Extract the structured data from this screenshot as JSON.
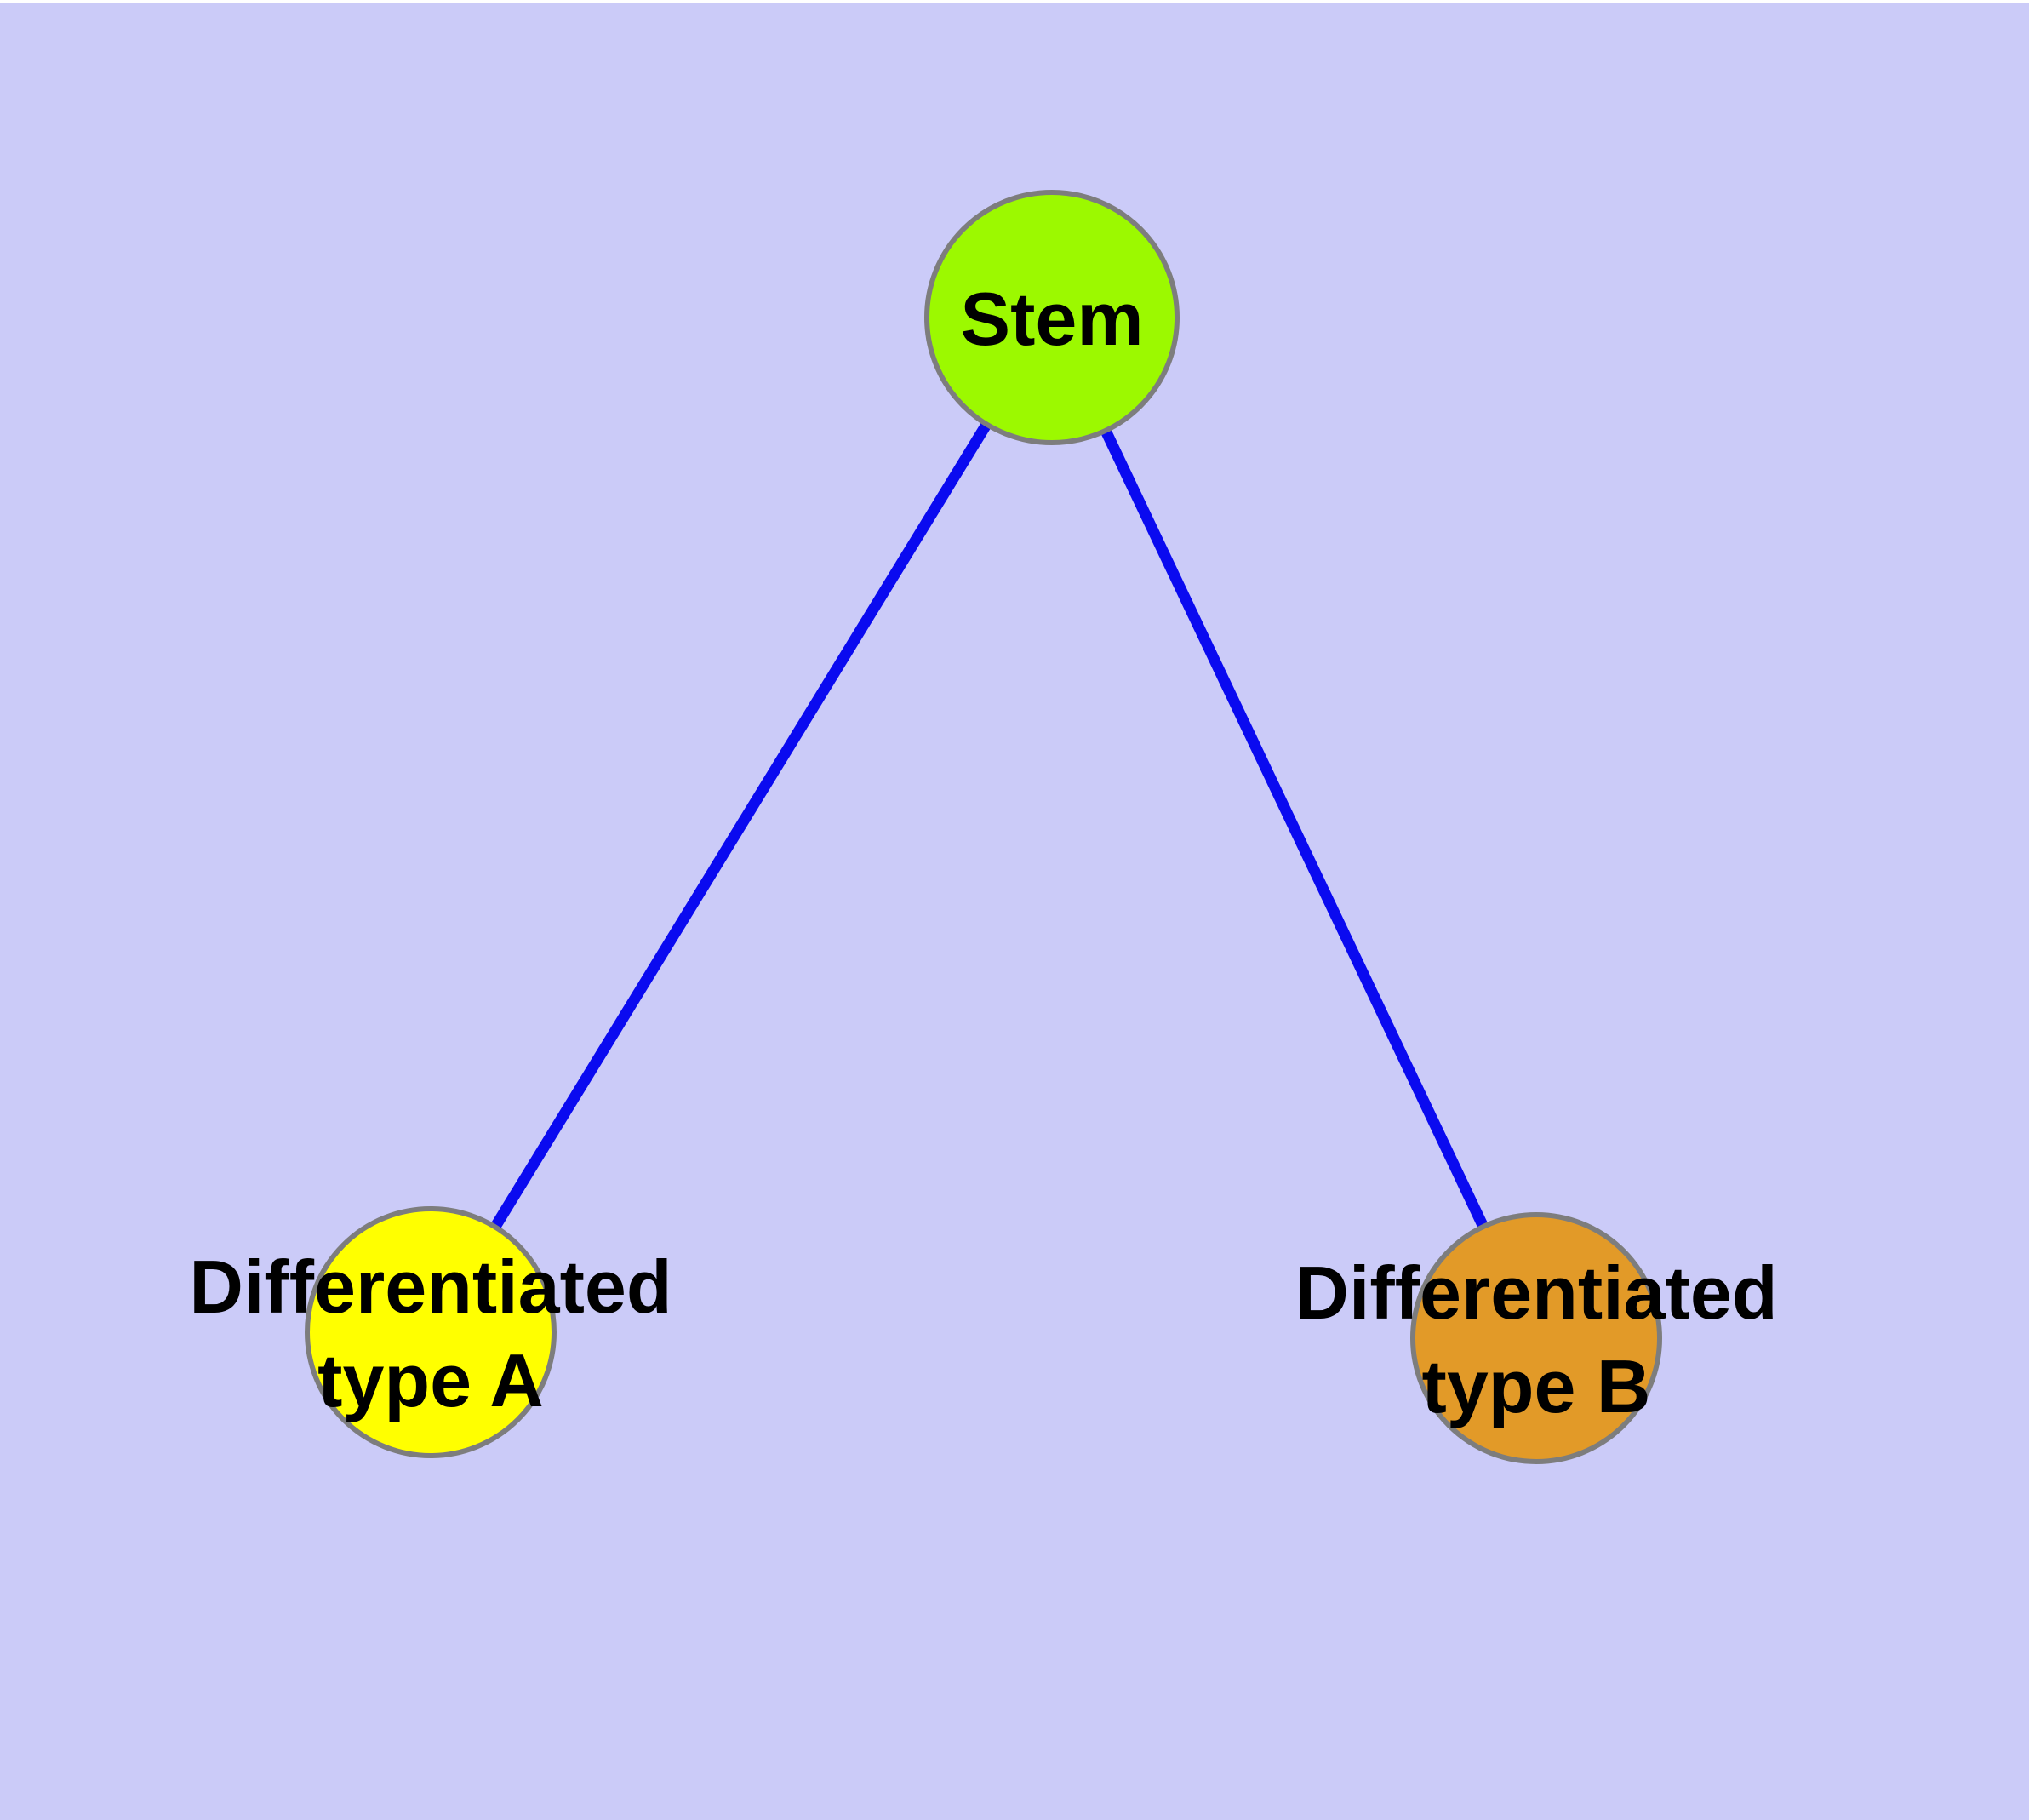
{
  "canvas": {
    "background_color": "#CBCBF8",
    "top_margin_color": "#FFFFFF"
  },
  "graph": {
    "type": "node-link-diagram",
    "edge_color": "#0A0AF0",
    "node_border_color": "#7D7D7D",
    "label_color": "#000000",
    "nodes": [
      {
        "id": "stem",
        "label": "Stem",
        "fill": "#9CF900",
        "position": "top-center"
      },
      {
        "id": "type-a",
        "label": "Differentiated\ntype A",
        "fill": "#FFFF00",
        "position": "bottom-left"
      },
      {
        "id": "type-b",
        "label": "Differentiated\ntype B",
        "fill": "#E29A28",
        "position": "bottom-right"
      }
    ],
    "edges": [
      {
        "from": "Stem",
        "to": "Differentiated type A"
      },
      {
        "from": "Stem",
        "to": "Differentiated type B"
      }
    ]
  }
}
